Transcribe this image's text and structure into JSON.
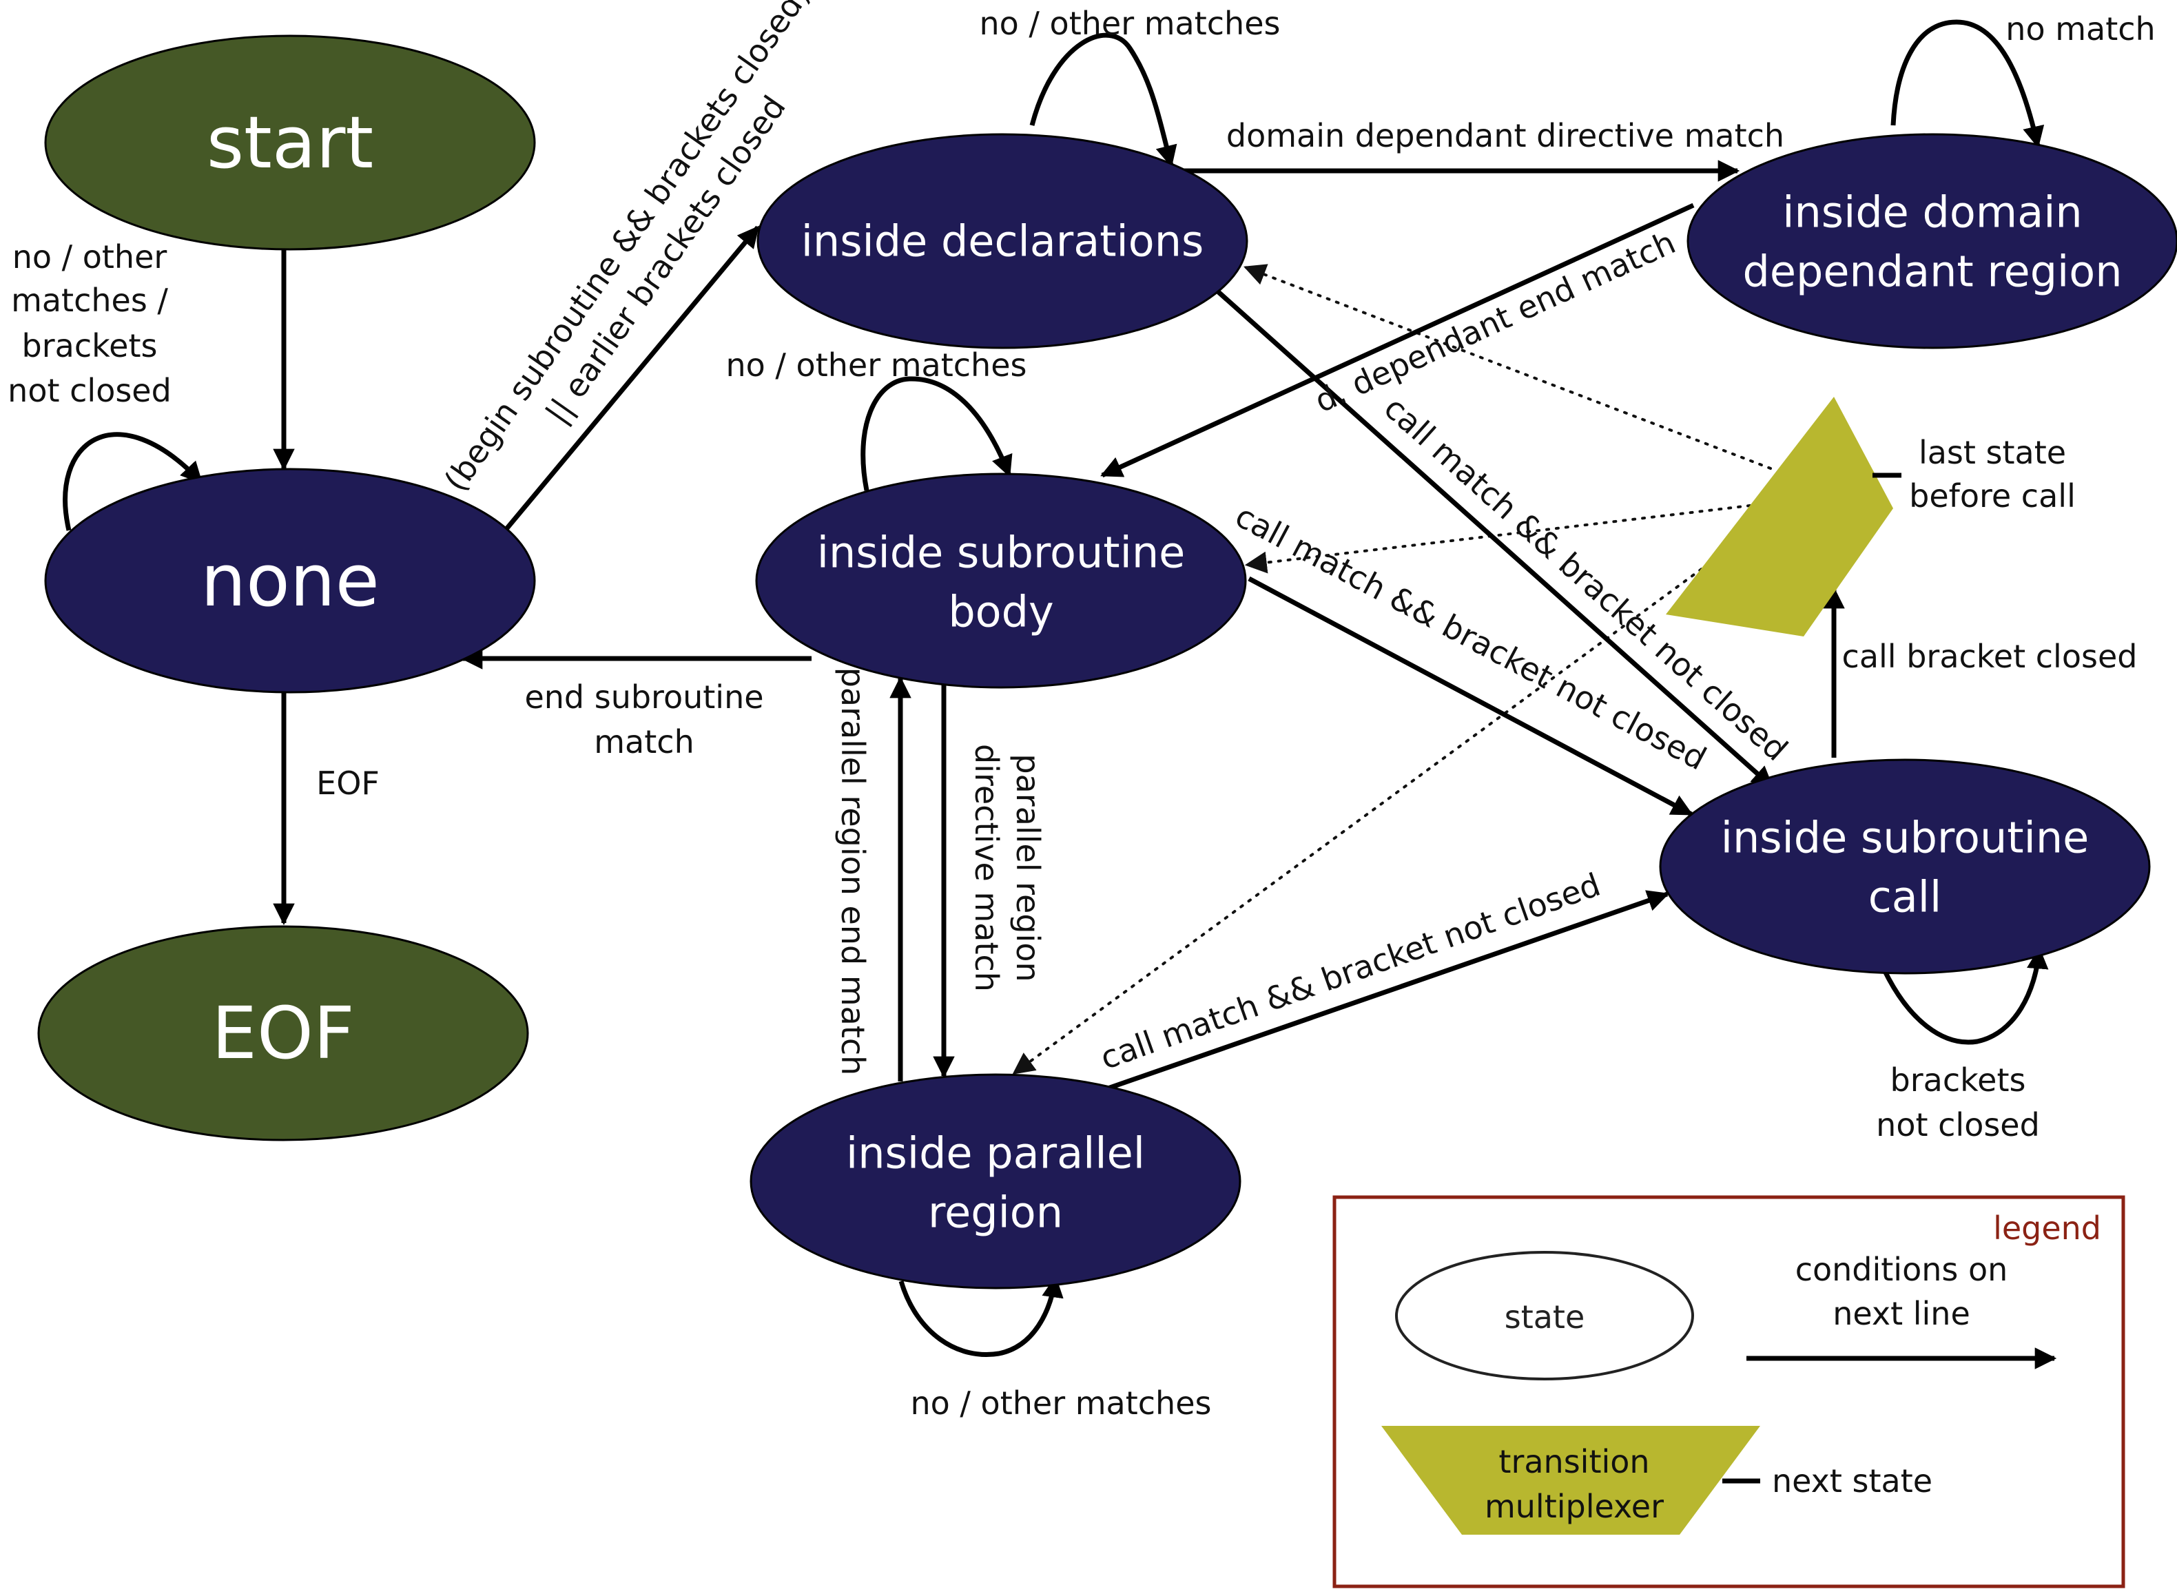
{
  "colors": {
    "state_fill": "#1f1b55",
    "terminal_fill": "#455826",
    "multiplexer_fill": "#b8b72f",
    "legend_border": "#8b2214",
    "legend_title": "#8b2214",
    "edge": "#000000"
  },
  "states": {
    "start": "start",
    "none": "none",
    "eof": "EOF",
    "declarations": "inside declarations",
    "domain_line1": "inside domain",
    "domain_line2": "dependant region",
    "body_line1": "inside subroutine",
    "body_line2": "body",
    "call_line1": "inside subroutine",
    "call_line2": "call",
    "parallel_line1": "inside parallel",
    "parallel_line2": "region"
  },
  "multiplexer_label_line1": "last state",
  "multiplexer_label_line2": "before call",
  "transitions": {
    "none_loop": [
      "no / other",
      "matches /",
      "brackets",
      "not closed"
    ],
    "begin_line1": "(begin subroutine && brackets closed)",
    "begin_line2": "|| earlier brackets closed",
    "decl_loop": "no / other matches",
    "domain_directive": "domain dependant directive match",
    "domain_loop": "no match",
    "domain_end": "d. dependant end match",
    "body_loop": "no / other matches",
    "decl_call": "call match && bracket not closed",
    "body_call": "call match && bracket not closed",
    "call_bracket_closed": "call bracket closed",
    "end_sub_line1": "end subroutine",
    "end_sub_line2": "match",
    "eof_edge": "EOF",
    "par_end": "parallel region end match",
    "par_dir_line1": "parallel region",
    "par_dir_line2": "directive match",
    "par_call": "call match && bracket not closed",
    "call_loop_line1": "brackets",
    "call_loop_line2": "not closed",
    "par_loop": "no / other matches"
  },
  "legend": {
    "title": "legend",
    "state": "state",
    "conditions_line1": "conditions on",
    "conditions_line2": "next line",
    "mux_line1": "transition",
    "mux_line2": "multiplexer",
    "next_state": "next state"
  }
}
